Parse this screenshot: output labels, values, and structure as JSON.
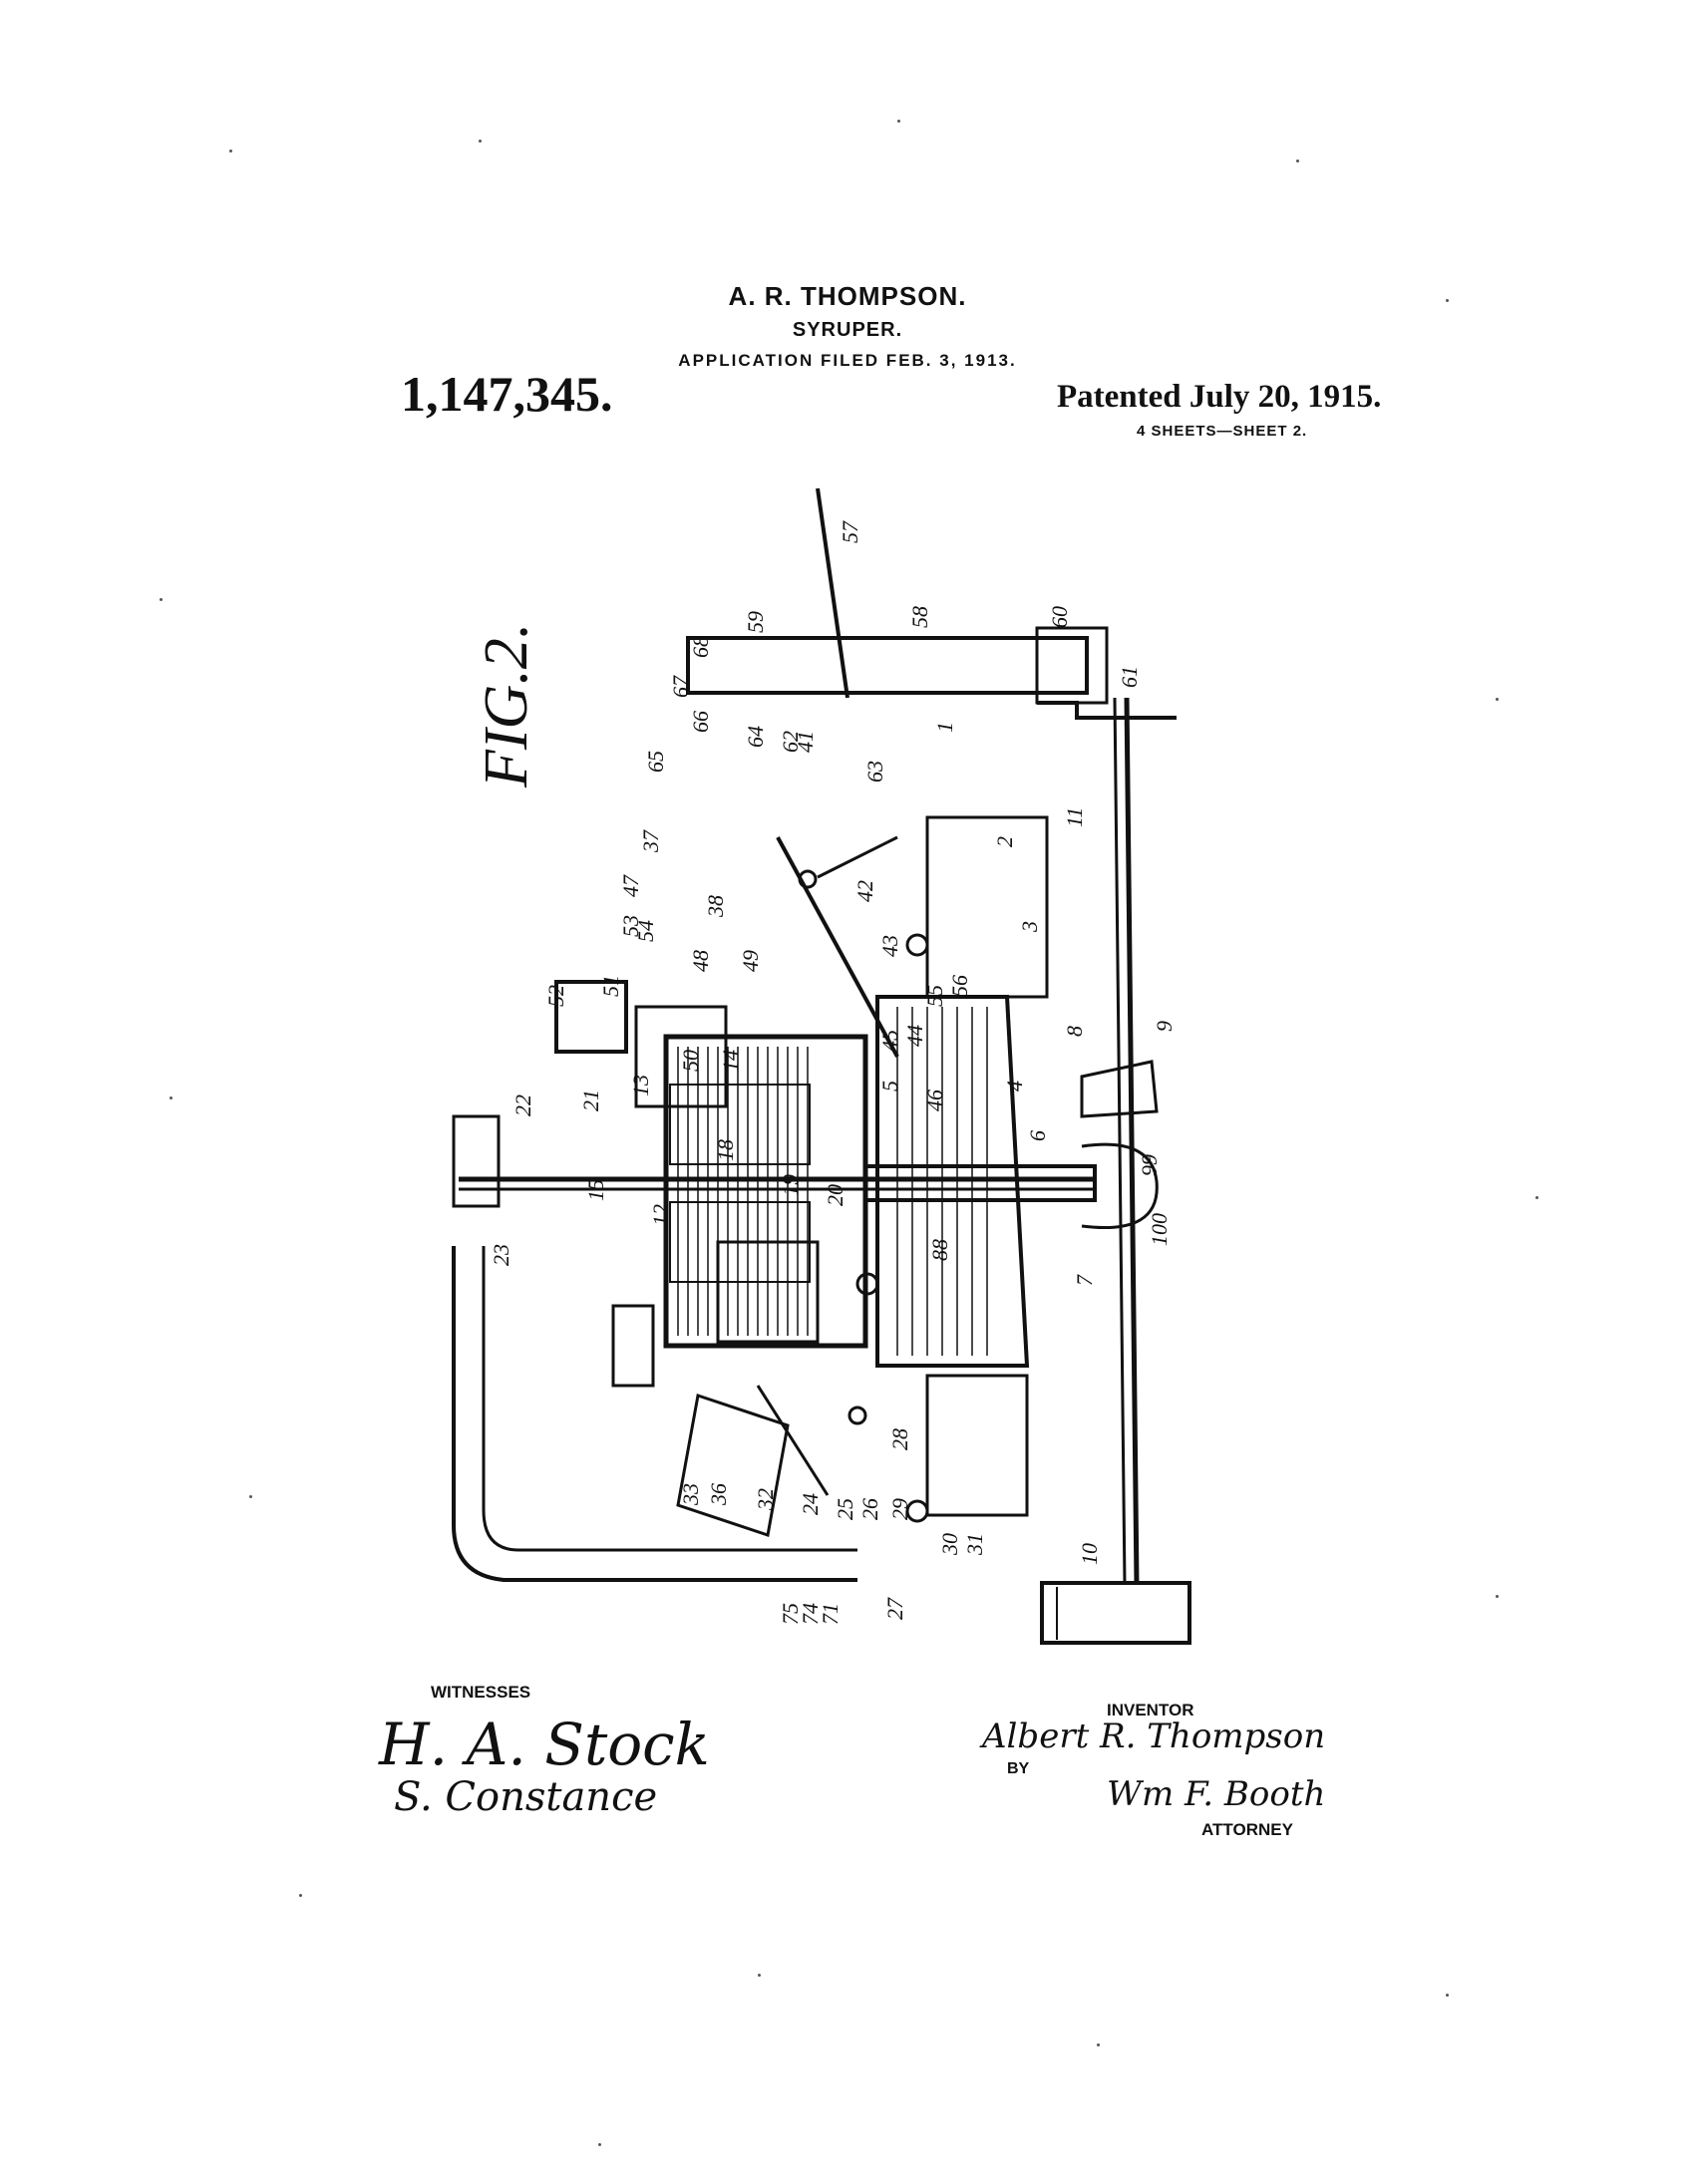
{
  "header": {
    "inventor_name": "A. R. THOMPSON.",
    "title": "SYRUPER.",
    "application_filed": "APPLICATION FILED FEB. 3, 1913.",
    "patent_number": "1,147,345.",
    "patented_date": "Patented July 20, 1915.",
    "sheets": "4 SHEETS—SHEET 2."
  },
  "figure": {
    "label": "FIG.2.",
    "reference_numerals": [
      "1",
      "2",
      "3",
      "4",
      "5",
      "6",
      "7",
      "8",
      "9",
      "10",
      "11",
      "12",
      "13",
      "14",
      "15",
      "18",
      "19",
      "20",
      "21",
      "22",
      "23",
      "24",
      "25",
      "26",
      "27",
      "28",
      "29",
      "30",
      "31",
      "32",
      "33",
      "36",
      "37",
      "38",
      "41",
      "42",
      "43",
      "44",
      "45",
      "46",
      "47",
      "48",
      "49",
      "50",
      "51",
      "52",
      "53",
      "54",
      "55",
      "56",
      "57",
      "58",
      "59",
      "60",
      "61",
      "62",
      "63",
      "64",
      "65",
      "66",
      "67",
      "68",
      "71",
      "74",
      "75",
      "88",
      "99",
      "100"
    ]
  },
  "footer": {
    "witnesses_label": "WITNESSES",
    "witness_1": "H. A. Stock",
    "witness_2": "S. Constance",
    "inventor_label": "INVENTOR",
    "inventor_signature": "Albert R. Thompson",
    "by_label": "BY",
    "attorney_signature": "Wm F. Booth",
    "attorney_label": "ATTORNEY"
  }
}
